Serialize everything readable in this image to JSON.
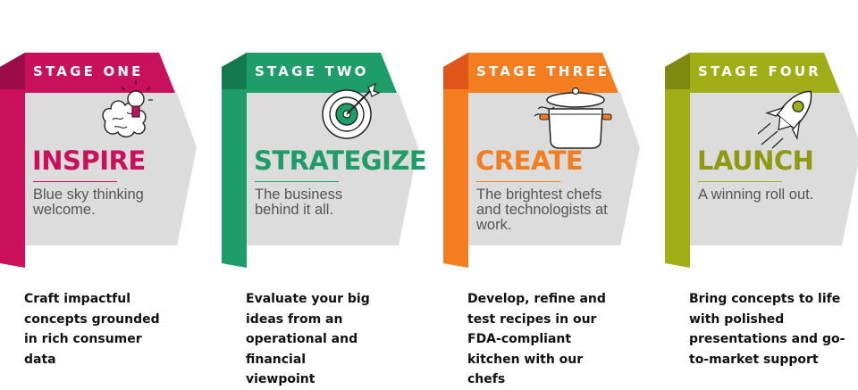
{
  "stages": [
    {
      "banner": "STAGE ONE",
      "title": "INSPIRE",
      "subtitle": "Blue sky thinking welcome.",
      "description": "Craft impactful concepts grounded in rich consumer data",
      "icon": "lightbulb-brain-icon",
      "color": "#c9105a",
      "dark_color": "#9c0c46"
    },
    {
      "banner": "STAGE TWO",
      "title": "STRATEGIZE",
      "subtitle": "The business behind it all.",
      "description": "Evaluate your big ideas from an operational and financial viewpoint",
      "icon": "target-dart-icon",
      "color": "#1e9c6a",
      "dark_color": "#137a50"
    },
    {
      "banner": "STAGE THREE",
      "title": "CREATE",
      "subtitle": "The brightest chefs and technologists at work.",
      "description": "Develop, refine and test recipes in our FDA-compliant kitchen with our chefs",
      "icon": "cooking-pot-icon",
      "color": "#f47d20",
      "dark_color": "#e0561a"
    },
    {
      "banner": "STAGE FOUR",
      "title": "LAUNCH",
      "subtitle": "A winning roll out.",
      "description": "Bring concepts to life with polished presentations and go-to-market support",
      "icon": "rocket-icon",
      "color": "#9fad17",
      "dark_color": "#7d8a10"
    }
  ],
  "colors": {
    "card_background": "#dcdcdc",
    "subtitle_text": "#555555",
    "description_text": "#111111"
  }
}
